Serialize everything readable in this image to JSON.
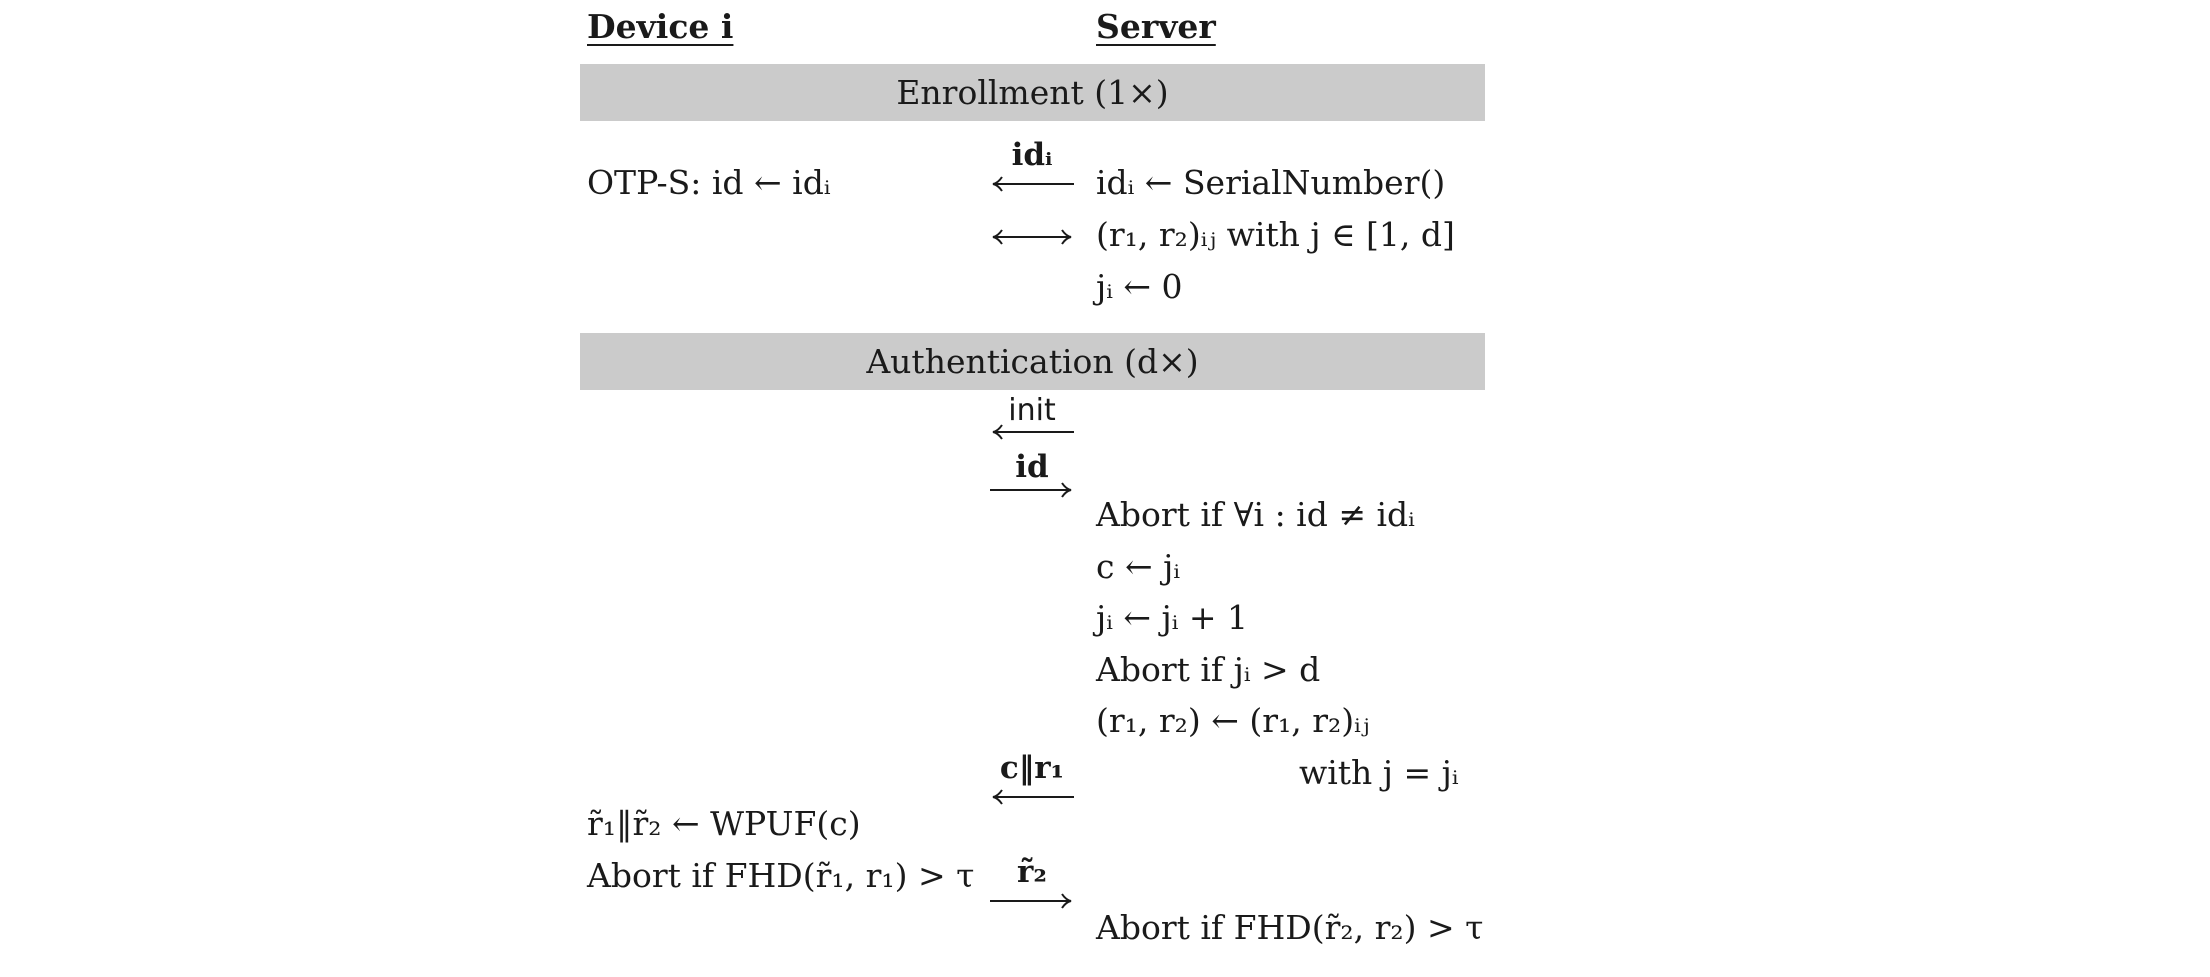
{
  "headers": {
    "device": "Device i",
    "server": "Server"
  },
  "sections": {
    "enrollment": "Enrollment (1×)",
    "authentication": "Authentication (d×)"
  },
  "enrollment": {
    "device_line": "OTP-S: id ← idᵢ",
    "msg1_label": "idᵢ",
    "server_line1": "idᵢ ← SerialNumber()",
    "server_line2": "(r₁, r₂)ᵢⱼ with j ∈ [1, d]",
    "server_line3": "jᵢ ← 0"
  },
  "authentication": {
    "msg_init": "init",
    "msg_id": "id",
    "server_lines": [
      "Abort if ∀i : id ≠ idᵢ",
      "c ← jᵢ",
      "jᵢ ← jᵢ + 1",
      "Abort if jᵢ > d",
      "(r₁, r₂) ← (r₁, r₂)ᵢⱼ",
      "with j = jᵢ"
    ],
    "msg_challenge": "c‖r₁",
    "device_line1": "r̃₁‖r̃₂ ← WPUF(c)",
    "device_line2": "Abort if FHD(r̃₁, r₁) > τ",
    "msg_response": "r̃₂",
    "server_final": "Abort if FHD(r̃₂, r₂) > τ"
  }
}
